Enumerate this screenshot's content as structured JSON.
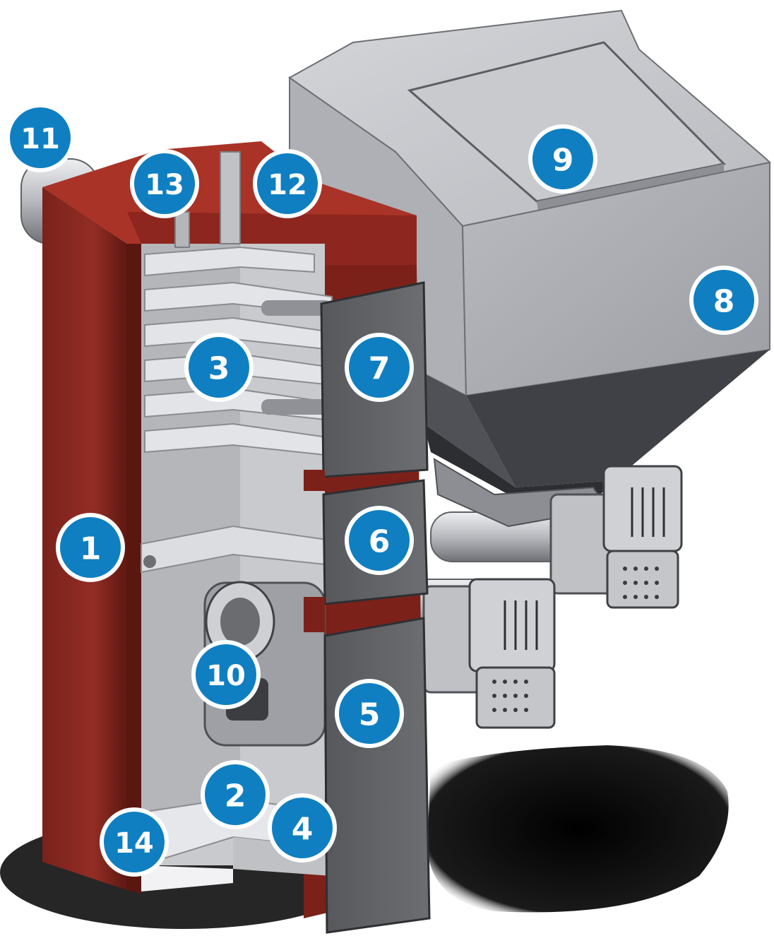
{
  "diagram": {
    "markers": [
      {
        "id": "m1",
        "label": "1"
      },
      {
        "id": "m2",
        "label": "2"
      },
      {
        "id": "m3",
        "label": "3"
      },
      {
        "id": "m4",
        "label": "4"
      },
      {
        "id": "m5",
        "label": "5"
      },
      {
        "id": "m6",
        "label": "6"
      },
      {
        "id": "m7",
        "label": "7"
      },
      {
        "id": "m8",
        "label": "8"
      },
      {
        "id": "m9",
        "label": "9"
      },
      {
        "id": "m10",
        "label": "10"
      },
      {
        "id": "m11",
        "label": "11"
      },
      {
        "id": "m12",
        "label": "12"
      },
      {
        "id": "m13",
        "label": "13"
      },
      {
        "id": "m14",
        "label": "14"
      }
    ],
    "colors": {
      "marker_fill": "#0f7fc2",
      "boiler_casing": "#8f2a22",
      "boiler_casing_dark": "#6b1d17",
      "steel_light": "#d9dade",
      "steel_mid": "#a9abb1",
      "steel_dark": "#5f6166",
      "shadow": "#0b0b0b"
    }
  }
}
